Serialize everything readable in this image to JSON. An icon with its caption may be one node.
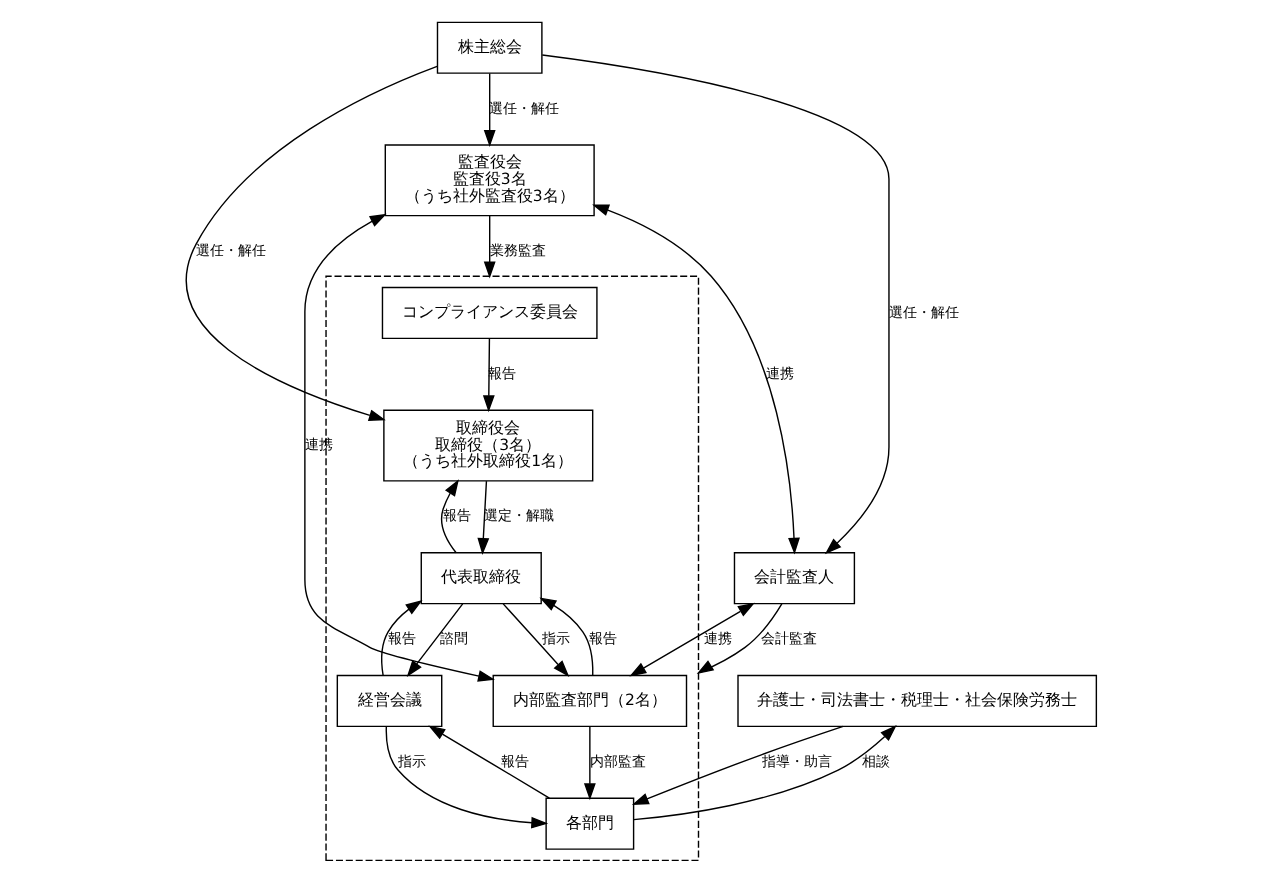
{
  "diagram": {
    "nodes": [
      {
        "text": [
          "株主総会"
        ]
      },
      {
        "text": [
          "監査役会",
          "監査役3名",
          "（うち社外監査役3名）"
        ]
      },
      {
        "text": [],
        "shape": "box"
      },
      {
        "text": [
          "コンプライアンス委員会"
        ],
        "in": 2
      },
      {
        "text": [
          "取締役会",
          "取締役（3名）",
          "（うち社外取締役1名）"
        ],
        "in": 2
      },
      {
        "text": [
          "内部監査部門（2名）"
        ],
        "in": 2
      },
      {
        "text": [
          "代表取締役"
        ],
        "in": 2
      },
      {
        "text": [
          "会計監査人"
        ]
      },
      {
        "text": [
          "経営会議"
        ],
        "in": 2
      },
      {
        "text": [
          "弁護士・司法書士・税理士・社会保険労務士"
        ]
      },
      {
        "text": [
          "各部門"
        ],
        "in": 2
      }
    ],
    "edges": [
      {
        "from": 0,
        "to": 1,
        "arrow": "to",
        "label": "選任・解任"
      },
      {
        "from": 0,
        "to": 4,
        "arrow": "to",
        "label": "選任・解任"
      },
      {
        "from": 0,
        "to": 7,
        "arrow": "to",
        "label": "選任・解任"
      },
      {
        "from": 1,
        "to": 2,
        "arrow": "to",
        "label": "業務監査"
      },
      {
        "from": 1,
        "to": 7,
        "arrow": "both",
        "label": "連携"
      },
      {
        "from": 1,
        "to": 5,
        "arrow": "both",
        "label": "連携"
      },
      {
        "from": 7,
        "to": 5,
        "arrow": "both",
        "label": "連携"
      },
      {
        "from": 7,
        "to": 2,
        "arrow": "to",
        "label": "会計監査"
      },
      {
        "from": 3,
        "to": 4,
        "arrow": "to",
        "label": "報告"
      },
      {
        "from": 4,
        "to": 6,
        "arrow": "to",
        "label": "選定・解職"
      },
      {
        "from": 6,
        "to": 4,
        "arrow": "to",
        "label": "報告"
      },
      {
        "from": 6,
        "to": 5,
        "arrow": "to",
        "label": "指示"
      },
      {
        "from": 5,
        "to": 6,
        "arrow": "to",
        "label": "報告"
      },
      {
        "from": 5,
        "to": 10,
        "arrow": "to",
        "label": "内部監査"
      },
      {
        "from": 6,
        "to": 8,
        "arrow": "to",
        "label": "諮問"
      },
      {
        "from": 8,
        "to": 6,
        "arrow": "to",
        "label": "報告"
      },
      {
        "from": 8,
        "to": 10,
        "arrow": "to",
        "label": "指示"
      },
      {
        "from": 10,
        "to": 8,
        "arrow": "to",
        "label": "報告"
      },
      {
        "from": 9,
        "to": 2,
        "arrow": "to",
        "label": "指導・助言"
      },
      {
        "from": 2,
        "to": 9,
        "arrow": "to",
        "label": "相談"
      }
    ]
  }
}
